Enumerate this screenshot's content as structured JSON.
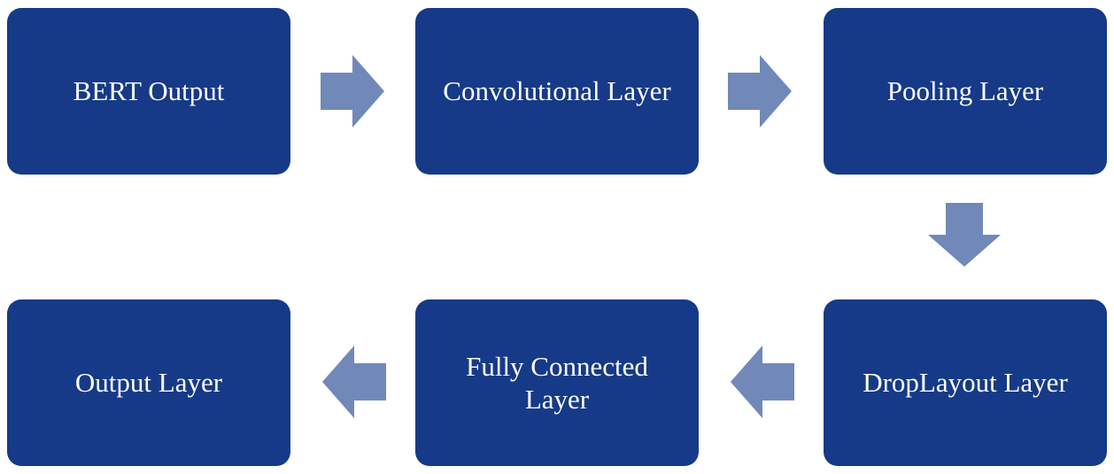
{
  "colors": {
    "node_fill": "#163a87",
    "node_text": "#ffffff",
    "arrow_fill": "#7189b8",
    "background": "#ffffff"
  },
  "nodes": [
    {
      "id": "bert-output",
      "label": "BERT Output"
    },
    {
      "id": "convolutional-layer",
      "label": "Convolutional Layer"
    },
    {
      "id": "pooling-layer",
      "label": "Pooling Layer"
    },
    {
      "id": "droplayout-layer",
      "label": "DropLayout Layer"
    },
    {
      "id": "fully-connected-layer",
      "label": "Fully Connected\nLayer"
    },
    {
      "id": "output-layer",
      "label": "Output Layer"
    }
  ],
  "arrows": [
    {
      "from": "bert-output",
      "to": "convolutional-layer",
      "direction": "right"
    },
    {
      "from": "convolutional-layer",
      "to": "pooling-layer",
      "direction": "right"
    },
    {
      "from": "pooling-layer",
      "to": "droplayout-layer",
      "direction": "down"
    },
    {
      "from": "droplayout-layer",
      "to": "fully-connected-layer",
      "direction": "left"
    },
    {
      "from": "fully-connected-layer",
      "to": "output-layer",
      "direction": "left"
    }
  ]
}
